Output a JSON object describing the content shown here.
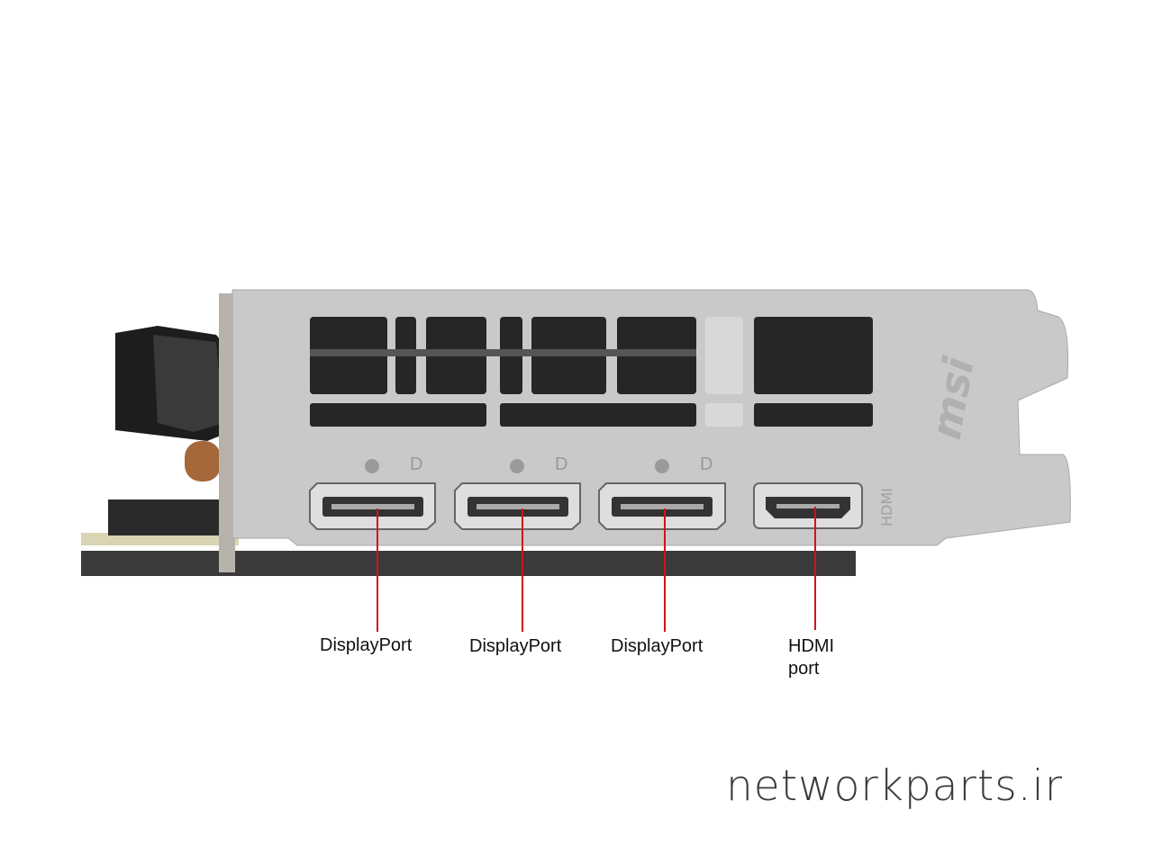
{
  "figure": {
    "labels": [
      {
        "id": "dp1",
        "text": "DisplayPort"
      },
      {
        "id": "dp2",
        "text": "DisplayPort"
      },
      {
        "id": "dp3",
        "text": "DisplayPort"
      },
      {
        "id": "hdmi",
        "line1": "HDMI",
        "line2": "port"
      }
    ],
    "bracket_logo": "msi",
    "bracket_engraving": "HDMI",
    "leader_color": "#d0141a"
  },
  "watermark": "networkparts.ir"
}
